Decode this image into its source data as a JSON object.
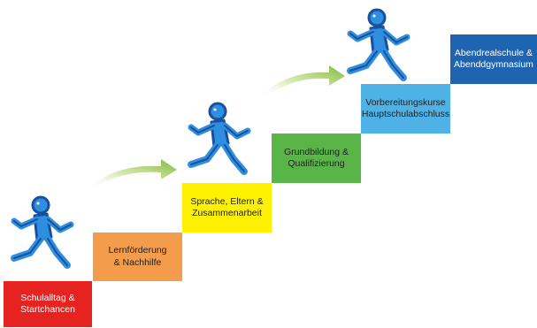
{
  "steps": [
    {
      "label": "Schulalltag &\nStartchancen",
      "color": "#e52320"
    },
    {
      "label": "Lernförderung\n& Nachhilfe",
      "color": "#f39c4c"
    },
    {
      "label": "Sprache, Eltern &\nZusammenarbeit",
      "color": "#fff200"
    },
    {
      "label": "Grundbildung &\nQualifizierung",
      "color": "#5ab548"
    },
    {
      "label": "Vorbereitungskurse\nHauptschulabschluss",
      "color": "#4fb2e6"
    },
    {
      "label": "Abendrealschule &\nAbenddgymnasium",
      "color": "#1f64b0"
    }
  ],
  "runner_icon": "running-figure-icon",
  "arrow_icon": "curved-arrow-icon",
  "runner_color": "#2e8fe0",
  "arrow_color": "#a6cf5e"
}
